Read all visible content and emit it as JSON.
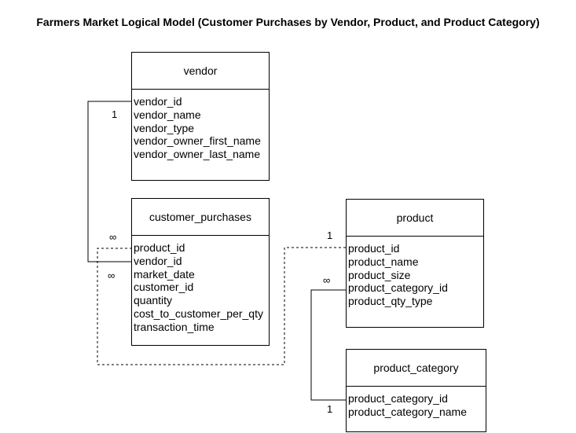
{
  "title": "Farmers Market Logical Model (Customer Purchases by Vendor, Product, and Product Category)",
  "entities": {
    "vendor": {
      "name": "vendor",
      "fields": [
        "vendor_id",
        "vendor_name",
        "vendor_type",
        "vendor_owner_first_name",
        "vendor_owner_last_name"
      ]
    },
    "customer_purchases": {
      "name": "customer_purchases",
      "fields": [
        "product_id",
        "vendor_id",
        "market_date",
        "customer_id",
        "quantity",
        "cost_to_customer_per_qty",
        "transaction_time"
      ]
    },
    "product": {
      "name": "product",
      "fields": [
        "product_id",
        "product_name",
        "product_size",
        "product_category_id",
        "product_qty_type"
      ]
    },
    "product_category": {
      "name": "product_category",
      "fields": [
        "product_category_id",
        "product_category_name"
      ]
    }
  },
  "cardinalities": {
    "vendor_one": "1",
    "cp_vendor_many": "∞",
    "cp_product_many": "∞",
    "product_one": "1",
    "product_category_many": "∞",
    "category_one": "1"
  }
}
